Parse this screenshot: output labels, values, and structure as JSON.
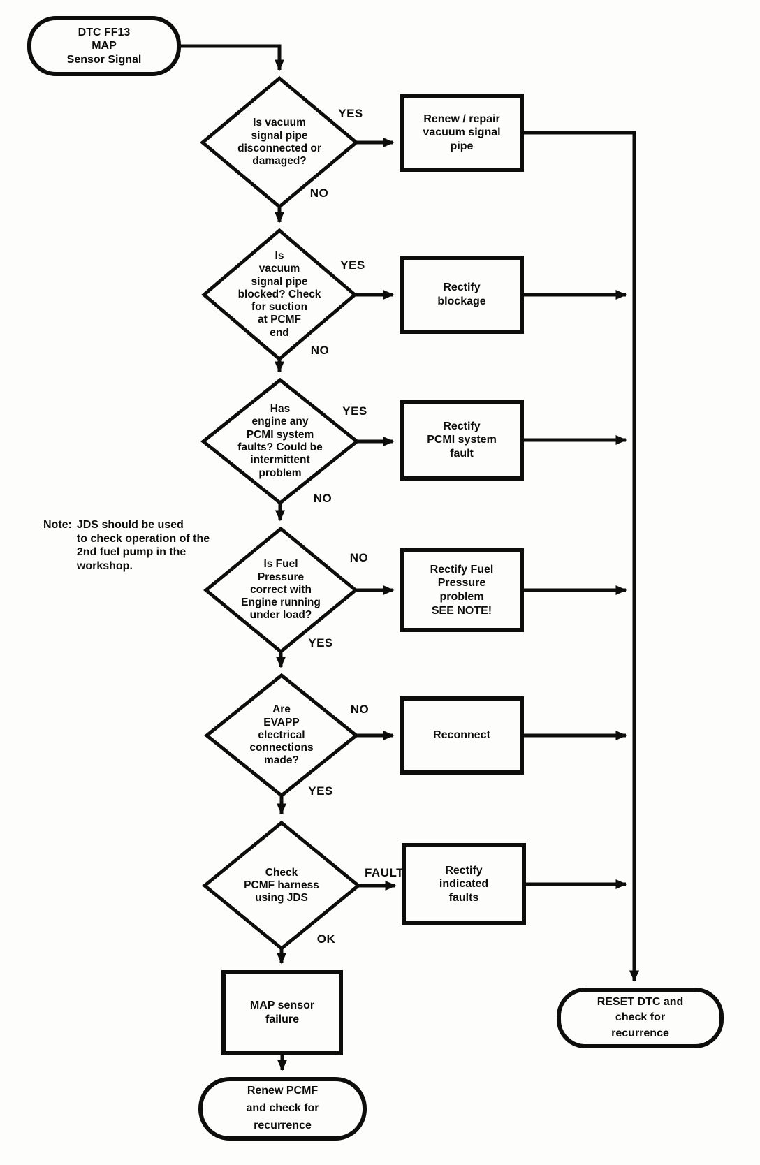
{
  "page": {
    "background": "#fdfdfc",
    "ink": "#0d0d0d"
  },
  "flowchart": {
    "start": {
      "text": "DTC FF13\nMAP\nSensor Signal"
    },
    "decisions": [
      {
        "text": "Is vacuum\nsignal pipe\ndisconnected or\ndamaged?",
        "right_label": "YES",
        "down_label": "NO"
      },
      {
        "text": "Is\nvacuum\nsignal pipe\nblocked? Check\nfor suction\nat PCMF\nend",
        "right_label": "YES",
        "down_label": "NO"
      },
      {
        "text": "Has\nengine any\nPCMI system\nfaults? Could be\nintermittent\nproblem",
        "right_label": "YES",
        "down_label": "NO"
      },
      {
        "text": "Is Fuel\nPressure\ncorrect with\nEngine running\nunder load?",
        "right_label": "NO",
        "down_label": "YES"
      },
      {
        "text": "Are\nEVAPP\nelectrical\nconnections\nmade?",
        "right_label": "NO",
        "down_label": "YES"
      },
      {
        "text": "Check\nPCMF harness\nusing JDS",
        "right_label": "FAULT",
        "down_label": "OK"
      }
    ],
    "actions": [
      {
        "text": "Renew / repair\nvacuum signal\npipe"
      },
      {
        "text": "Rectify\nblockage"
      },
      {
        "text": "Rectify\nPCMI system\nfault"
      },
      {
        "text": "Rectify Fuel\nPressure\nproblem\nSEE NOTE!"
      },
      {
        "text": "Reconnect"
      },
      {
        "text": "Rectify\nindicated\nfaults"
      }
    ],
    "map_failure": {
      "text": "MAP sensor\nfailure"
    },
    "note": {
      "label": "Note:",
      "text": "JDS should be used\nto check operation of the\n2nd fuel pump in the\nworkshop."
    },
    "terminals": {
      "renew": {
        "text": "Renew PCMF\nand check for\nrecurrence"
      },
      "reset": {
        "text": "RESET DTC and\ncheck for\nrecurrence"
      }
    }
  }
}
